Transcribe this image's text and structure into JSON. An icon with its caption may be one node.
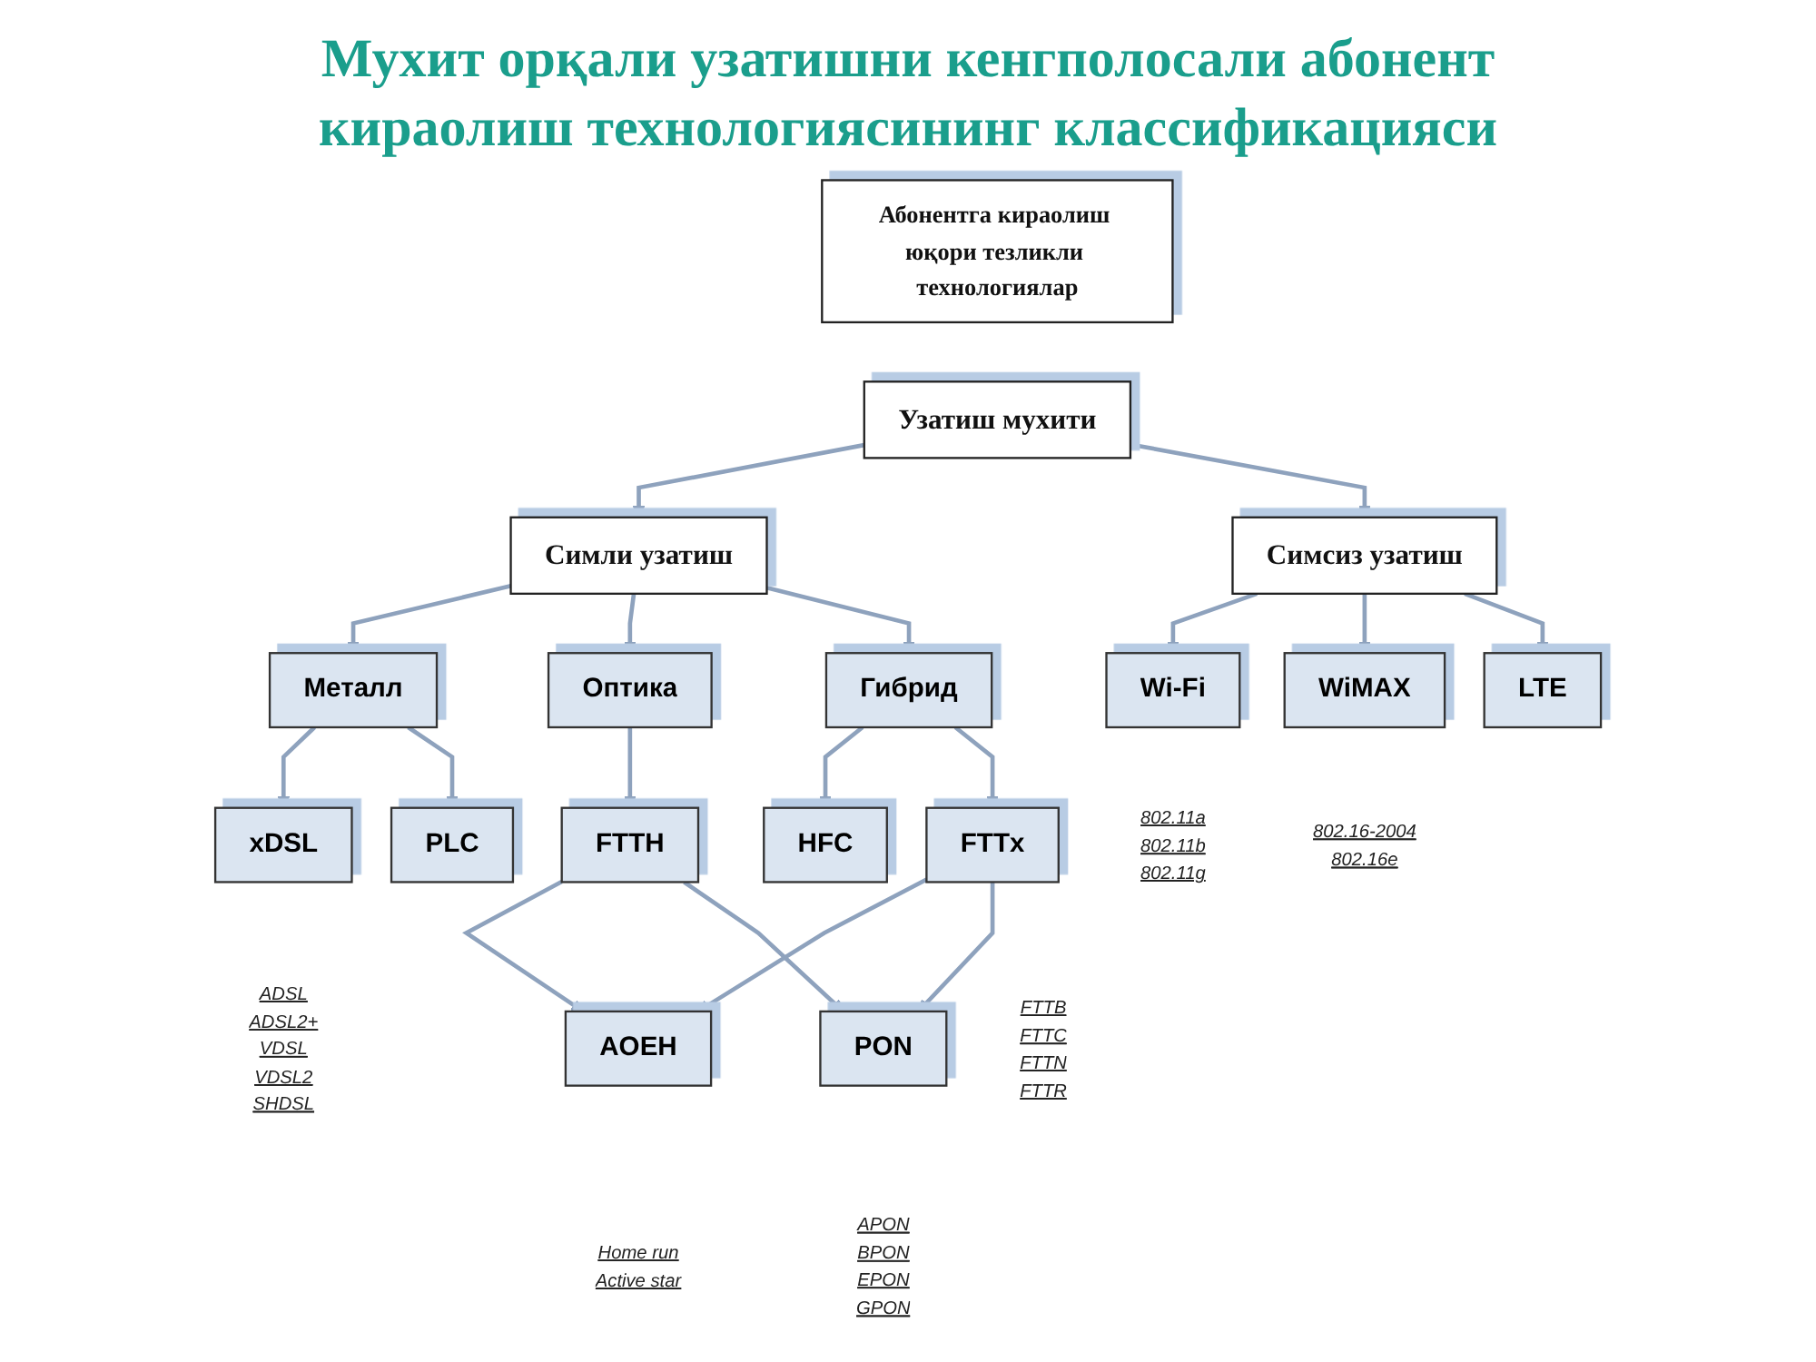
{
  "diagram": {
    "title": "Мухит орқали узатишни кенгполосали абонент кираолиш технологиясининг классификацияси",
    "nodes": [
      {
        "text": [
          "Абонентга кираолиш юқори тезликли технологиялар"
        ]
      },
      {
        "text": [
          "Узатиш мухити"
        ]
      },
      {
        "text": [
          "Симли узатиш"
        ]
      },
      {
        "text": [
          "Симсиз узатиш"
        ]
      },
      {
        "text": [
          "Металл"
        ]
      },
      {
        "text": [
          "Оптика"
        ]
      },
      {
        "text": [
          "Гибрид"
        ]
      },
      {
        "text": [
          "Wi-Fi"
        ],
        "beside": [
          "802.11a",
          "802.11b",
          "802.11g"
        ]
      },
      {
        "text": [
          "WiMAX"
        ],
        "beside": [
          "802.16-2004",
          "802.16e"
        ]
      },
      {
        "text": [
          "LTE"
        ]
      },
      {
        "text": [
          "xDSL"
        ],
        "beside": [
          "ADSL",
          "ADSL2+",
          "VDSL",
          "VDSL2",
          "SHDSL"
        ]
      },
      {
        "text": [
          "PLC"
        ]
      },
      {
        "text": [
          "FTTH"
        ]
      },
      {
        "text": [
          "HFC"
        ]
      },
      {
        "text": [
          "FTTx"
        ],
        "beside": [
          "FTTB",
          "FTTC",
          "FTTN",
          "FTTR"
        ]
      },
      {
        "text": [
          "AOEH"
        ],
        "beside": [
          "Home run",
          "Active star"
        ]
      },
      {
        "text": [
          "PON"
        ],
        "beside": [
          "APON",
          "BPON",
          "EPON",
          "GPON"
        ]
      }
    ],
    "edges": [
      {
        "from": 1,
        "to": 2,
        "arrow": "to"
      },
      {
        "from": 1,
        "to": 3,
        "arrow": "to"
      },
      {
        "from": 2,
        "to": 4,
        "arrow": "to"
      },
      {
        "from": 2,
        "to": 5,
        "arrow": "to"
      },
      {
        "from": 2,
        "to": 6,
        "arrow": "to"
      },
      {
        "from": 3,
        "to": 7,
        "arrow": "to"
      },
      {
        "from": 3,
        "to": 8,
        "arrow": "to"
      },
      {
        "from": 3,
        "to": 9,
        "arrow": "to"
      },
      {
        "from": 4,
        "to": 10,
        "arrow": "to"
      },
      {
        "from": 4,
        "to": 11,
        "arrow": "to"
      },
      {
        "from": 5,
        "to": 12,
        "arrow": "to"
      },
      {
        "from": 6,
        "to": 13,
        "arrow": "to"
      },
      {
        "from": 6,
        "to": 14,
        "arrow": "to"
      },
      {
        "from": 12,
        "to": 15,
        "arrow": "to"
      },
      {
        "from": 12,
        "to": 16,
        "arrow": "to"
      },
      {
        "from": 14,
        "to": 15,
        "arrow": "to"
      },
      {
        "from": 14,
        "to": 16,
        "arrow": "to"
      }
    ]
  }
}
